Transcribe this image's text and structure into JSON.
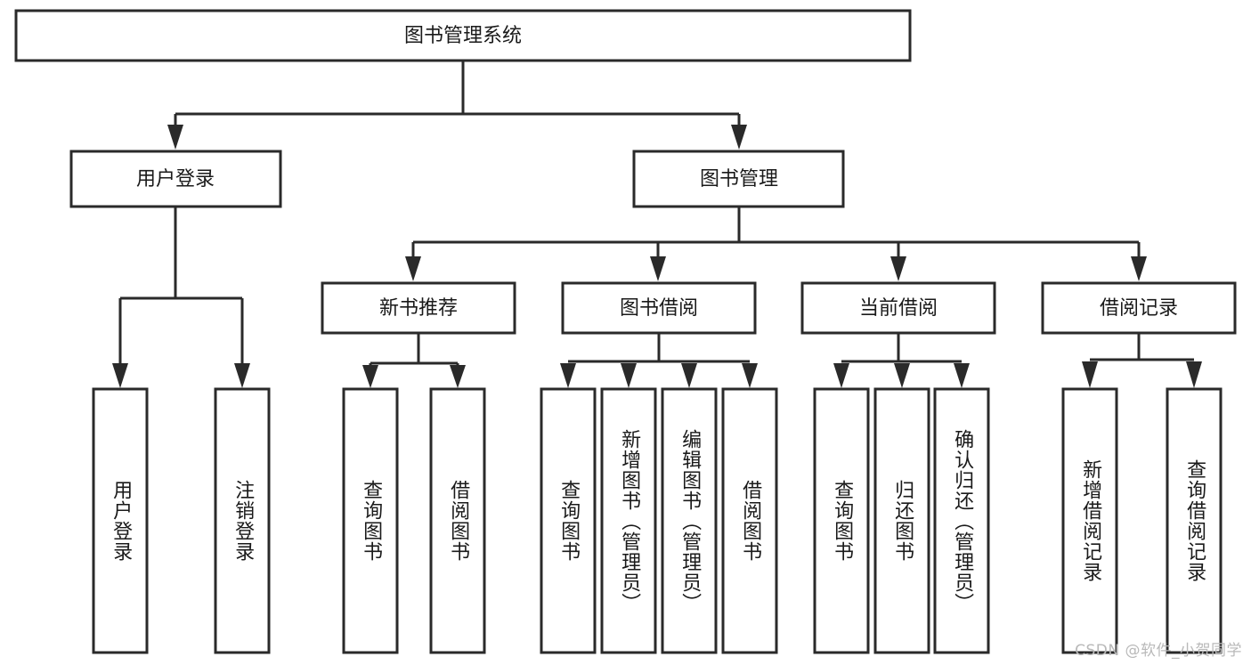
{
  "diagram": {
    "type": "tree-hierarchy",
    "title": "图书管理系统",
    "watermark": "CSDN @软件_小贺同学",
    "colors": {
      "stroke": "#2a2a2a",
      "box_fill": "#ffffff",
      "text": "#1a1a1a",
      "background": "#ffffff",
      "watermark": "#b9b9b9"
    },
    "nodes": {
      "root": {
        "label": "图书管理系统"
      },
      "level2": [
        {
          "label": "用户登录"
        },
        {
          "label": "图书管理"
        }
      ],
      "level3": [
        {
          "label": "新书推荐"
        },
        {
          "label": "图书借阅"
        },
        {
          "label": "当前借阅"
        },
        {
          "label": "借阅记录"
        }
      ],
      "leaves": {
        "user_login": [
          {
            "label": "用户登录"
          },
          {
            "label": "注销登录"
          }
        ],
        "new_book": [
          {
            "label": "查询图书"
          },
          {
            "label": "借阅图书"
          }
        ],
        "book_borrow": [
          {
            "label": "查询图书"
          },
          {
            "label": "新增图书（管理员）"
          },
          {
            "label": "编辑图书（管理员）"
          },
          {
            "label": "借阅图书"
          }
        ],
        "current_borrow": [
          {
            "label": "查询图书"
          },
          {
            "label": "归还图书"
          },
          {
            "label": "确认归还（管理员）"
          }
        ],
        "borrow_record": [
          {
            "label": "新增借阅记录"
          },
          {
            "label": "查询借阅记录"
          }
        ]
      }
    }
  }
}
